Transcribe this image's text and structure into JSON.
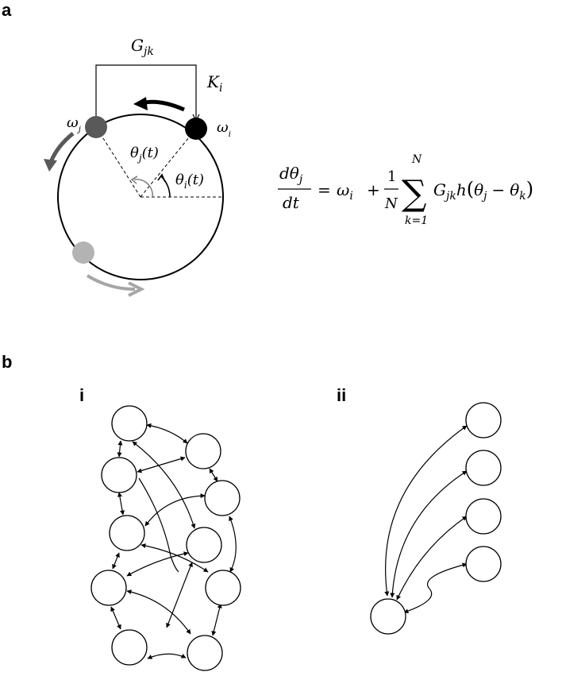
{
  "panel_a": {
    "label": "a",
    "coupling_label": "G",
    "coupling_sub": "jk",
    "input_label": "K",
    "input_sub": "i",
    "omega_j": "ω",
    "omega_j_sub": "j",
    "omega_i": "ω",
    "omega_i_sub": "i",
    "theta_j": "θ",
    "theta_j_sub": "j",
    "theta_j_arg": "(t)",
    "theta_i": "θ",
    "theta_i_sub": "i",
    "theta_i_arg": "(t)",
    "colors": {
      "oscillator_j": "#595959",
      "oscillator_i": "#000000",
      "oscillator_3": "#b3b3b3",
      "arrow_j": "#595959",
      "arrow_3": "#a6a6a6"
    }
  },
  "equation": {
    "lhs_num": "dθ",
    "lhs_num_sub": "j",
    "lhs_den": "dt",
    "equals": "=",
    "omega": "ω",
    "omega_sub": "i",
    "plus": "+",
    "frac_num": "1",
    "frac_den": "N",
    "sum_sym": "∑",
    "sum_upper": "N",
    "sum_lower": "k=1",
    "coupling": "G",
    "coupling_sub": "jk",
    "func": "h",
    "paren_open": "(",
    "theta_a": "θ",
    "theta_a_sub": "j",
    "minus": "−",
    "theta_b": "θ",
    "theta_b_sub": "k",
    "paren_close": ")"
  },
  "panel_b": {
    "label": "b",
    "sub_i": "i",
    "sub_ii": "ii"
  }
}
